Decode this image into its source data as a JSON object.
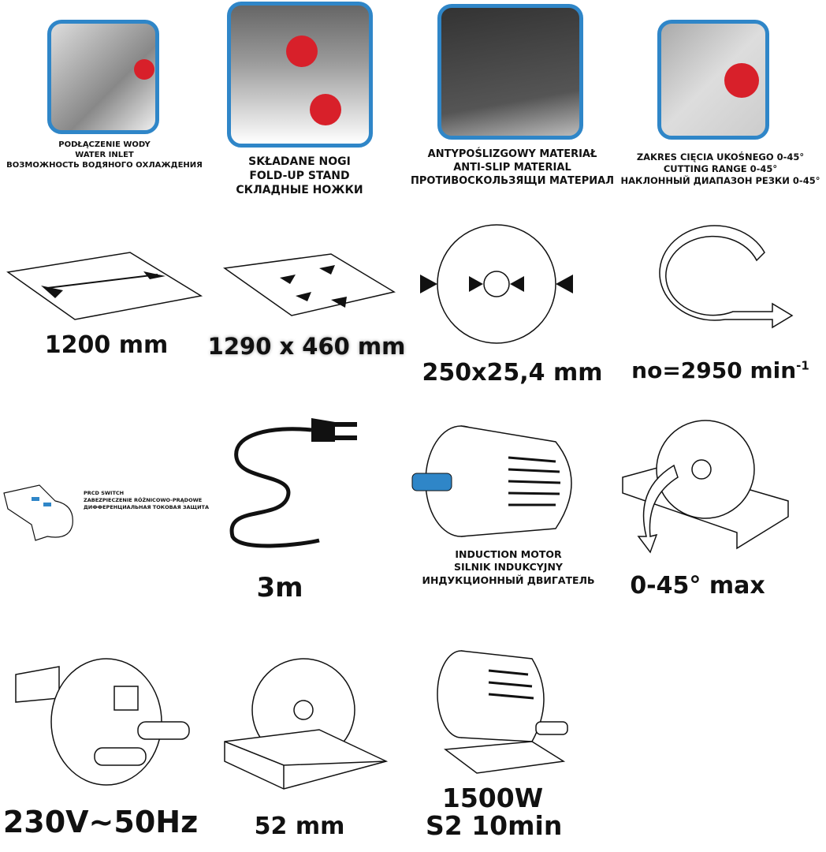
{
  "features": [
    {
      "lines": [
        "PODŁĄCZENIE WODY",
        "WATER INLET",
        "ВОЗМОЖНОСТЬ ВОДЯНОГО ОХЛАЖДЕНИЯ"
      ]
    },
    {
      "lines": [
        "SKŁADANE NOGI",
        "FOLD-UP STAND",
        "СКЛАДНЫЕ НОЖКИ"
      ]
    },
    {
      "lines": [
        "ANTYPOŚLIZGOWY MATERIAŁ",
        "ANTI-SLIP MATERIAL",
        "ПРОТИВОСКОЛЬЗЯЩИ МАТЕРИАЛ"
      ]
    },
    {
      "lines": [
        "ZAKRES CIĘCIA UKOŚNEGO 0-45°",
        "CUTTING RANGE 0-45°",
        "НАКЛОННЫЙ ДИАПАЗОН РЕЗКИ 0-45°"
      ]
    }
  ],
  "specs": {
    "cut_length": "1200 mm",
    "table_size": "1290 x 460 mm",
    "blade": "250x25,4 mm",
    "speed_prefix": "no=2950 min",
    "speed_sup": "-1",
    "cable": "3m",
    "bevel": "0-45° max",
    "voltage": "230V~50Hz",
    "depth": "52 mm",
    "power": "1500W",
    "duty": "S2 10min"
  },
  "prcd": {
    "lines": [
      "PRCD SWITCH",
      "ZABEZPIECZENIE RÓŻNICOWO-PRĄDOWE",
      "ДИФФЕРЕНЦИАЛЬНАЯ ТОКОВАЯ ЗАЩИТА"
    ]
  },
  "motor": {
    "lines": [
      "INDUCTION MOTOR",
      "SILNIK INDUKCYJNY",
      "ИНДУКЦИОННЫЙ ДВИГАТЕЛЬ"
    ]
  },
  "colors": {
    "frame": "#2f86c8",
    "knob": "#d8202a",
    "shaft": "#2f86c8"
  }
}
